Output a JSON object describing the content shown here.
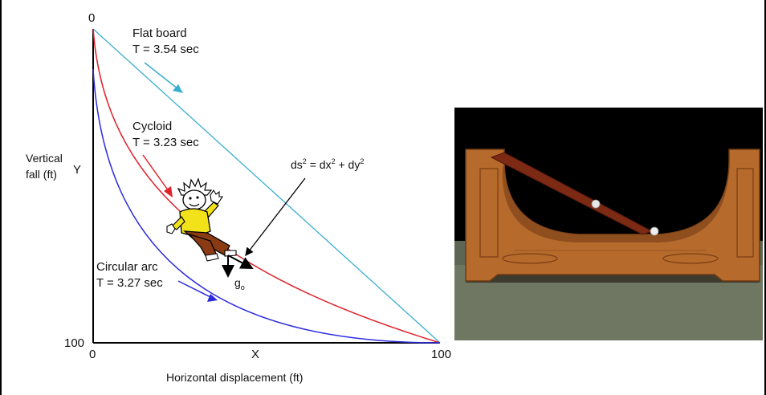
{
  "diagram": {
    "axes": {
      "x_symbol": "X",
      "y_symbol": "Y",
      "x_label": "Horizontal displacement (ft)",
      "y_label_line1": "Vertical",
      "y_label_line2": "fall (ft)",
      "origin_top": "0",
      "y_max": "100",
      "x_min": "0",
      "x_max": "100"
    },
    "curves": [
      {
        "key": "flat",
        "name_line": "Flat board",
        "time_line": "T = 3.54 sec",
        "color": "#3aaed0"
      },
      {
        "key": "cycloid",
        "name_line": "Cycloid",
        "time_line": "T = 3.23 sec",
        "color": "#e0202a"
      },
      {
        "key": "arc",
        "name_line": "Circular arc",
        "time_line": "T = 3.27 sec",
        "color": "#2a2adf"
      }
    ],
    "equation": {
      "lhs": "ds",
      "sq1": "2",
      "eq": " = dx",
      "sq2": "2",
      "plus": " + dy",
      "sq3": "2"
    },
    "gravity": {
      "symbol": "g",
      "subscript": "o"
    },
    "figure": "cartoon-person-sliding",
    "photo": "wooden-brachistochrone-model"
  }
}
